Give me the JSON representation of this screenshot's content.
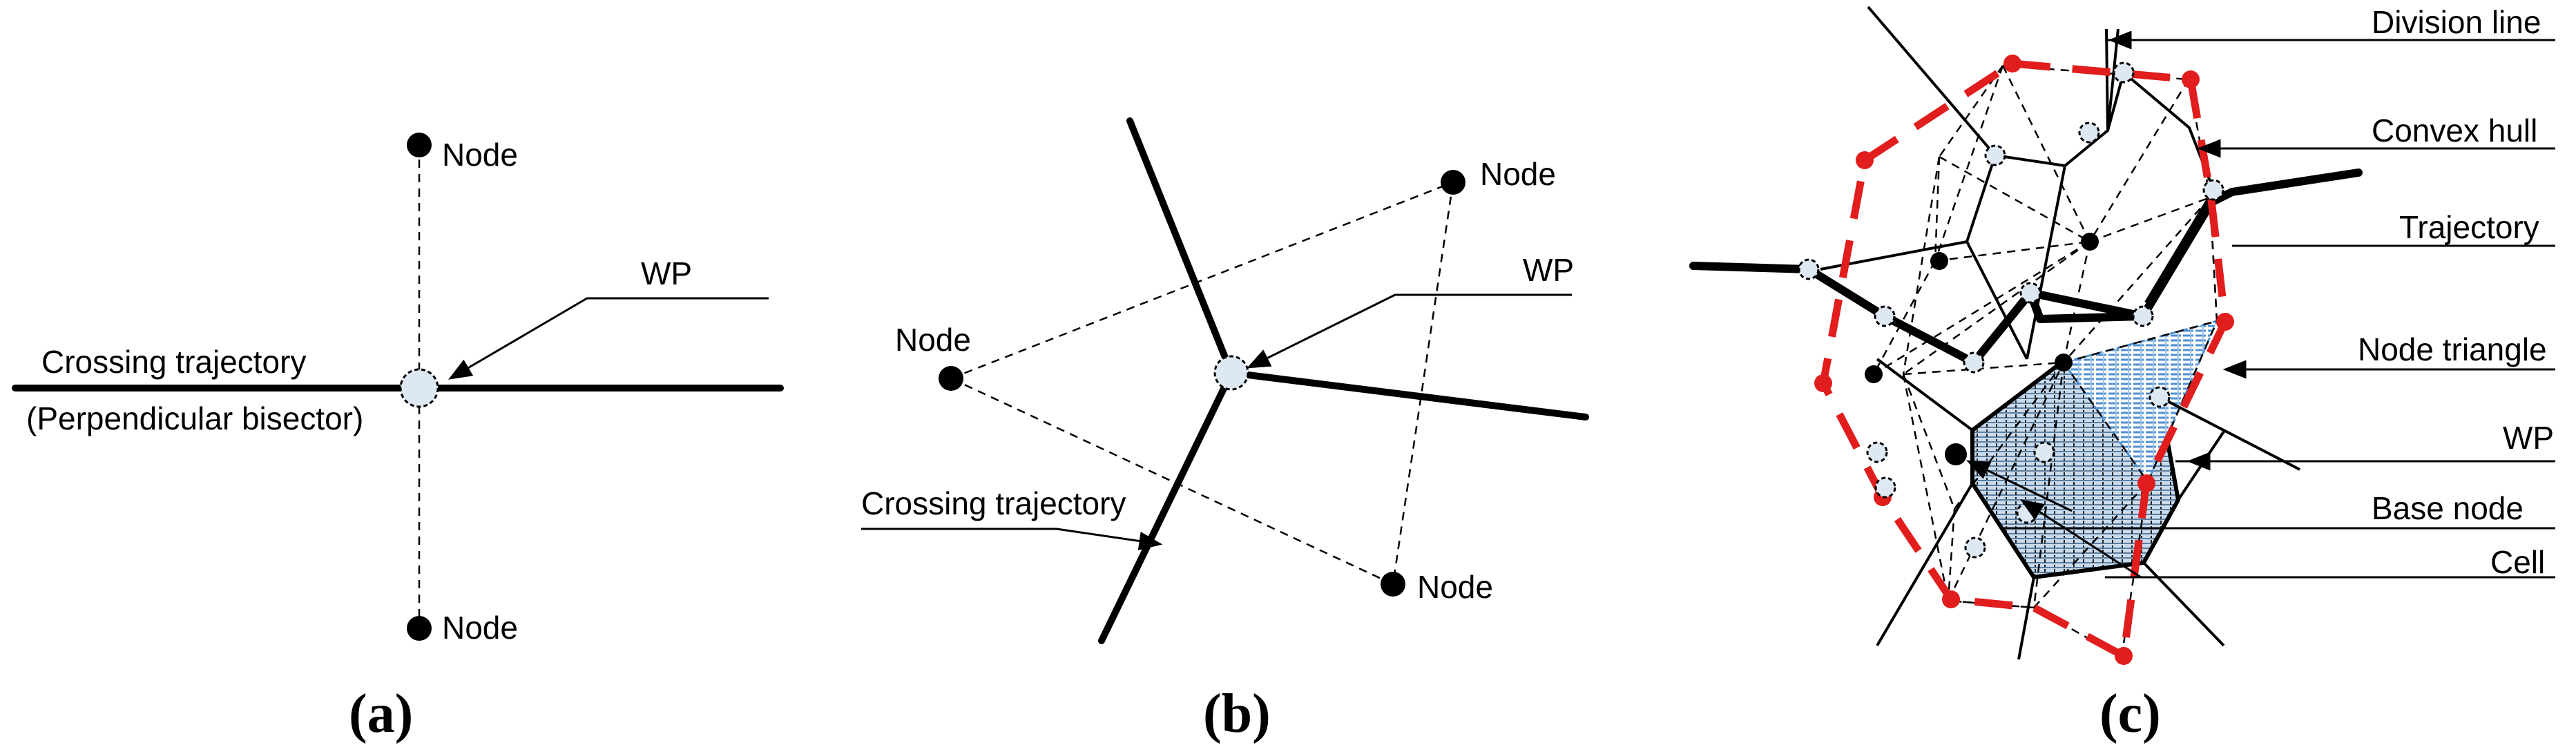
{
  "panels": {
    "a": {
      "caption": "(a)",
      "node_top": "Node",
      "node_bottom": "Node",
      "wp": "WP",
      "trajectory_line1": "Crossing trajectory",
      "trajectory_line2": "(Perpendicular bisector)"
    },
    "b": {
      "caption": "(b)",
      "node_left": "Node",
      "node_topright": "Node",
      "node_bottom": "Node",
      "wp": "WP",
      "trajectory": "Crossing trajectory"
    },
    "c": {
      "caption": "(c)",
      "labels": {
        "division_line": "Division line",
        "convex_hull": "Convex hull",
        "trajectory": "Trajectory",
        "node_triangle": "Node triangle",
        "wp": "WP",
        "base_node": "Base node",
        "cell": "Cell"
      }
    }
  },
  "colors": {
    "convex_hull": "#e11d1d",
    "wp_fill": "#dde8f3",
    "cell_fill": "#bcd3e8",
    "triangle_hatch": "#4f8fd0"
  }
}
